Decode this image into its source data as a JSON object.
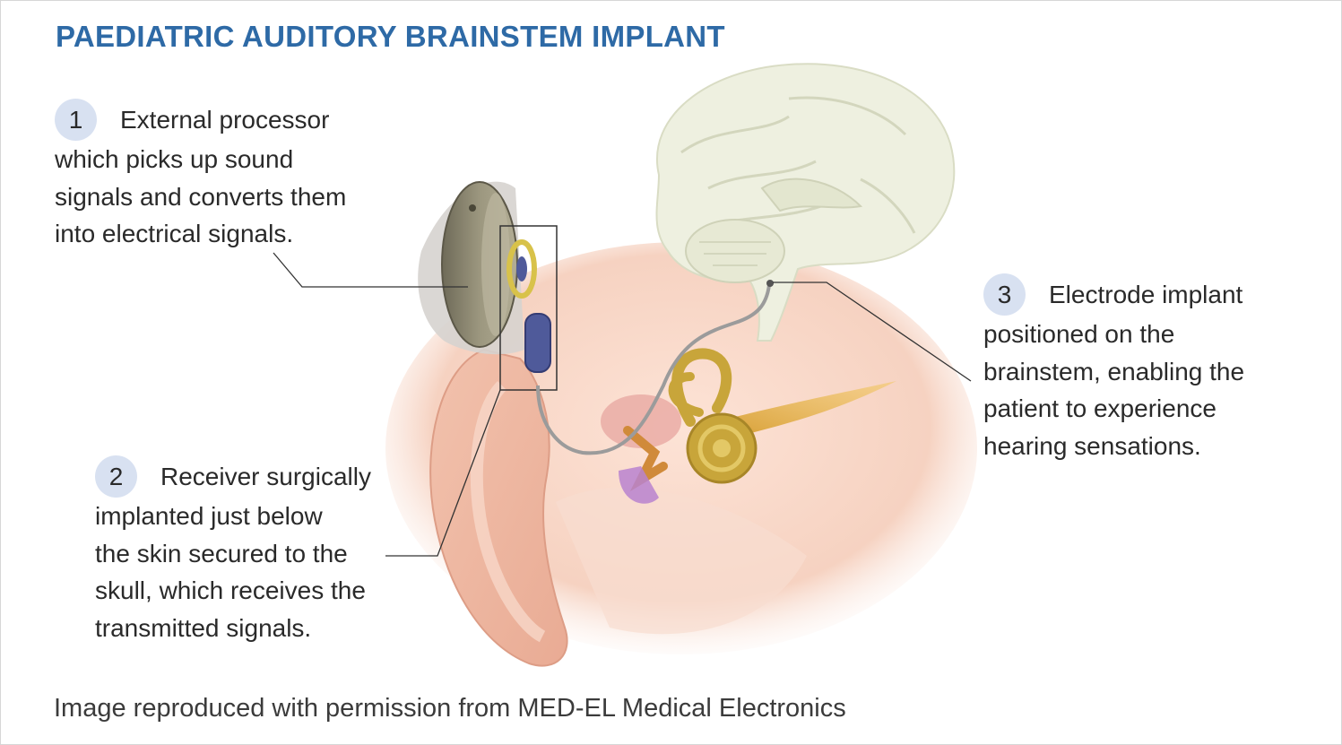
{
  "title": "PAEDIATRIC AUDITORY BRAINSTEM IMPLANT",
  "callouts": [
    {
      "number": "1",
      "lines": [
        "External processor",
        "which picks up sound",
        "signals and converts them",
        "into electrical signals."
      ]
    },
    {
      "number": "2",
      "lines": [
        "Receiver surgically",
        "implanted just below",
        "the skin secured to the",
        "skull, which receives the",
        "transmitted signals."
      ]
    },
    {
      "number": "3",
      "lines": [
        "Electrode implant",
        "positioned on the",
        "brainstem, enabling the",
        "patient to experience",
        "hearing sensations."
      ]
    }
  ],
  "credit": "Image reproduced with permission from MED-EL Medical Electronics",
  "colors": {
    "title": "#2e6aa6",
    "badge": "#d8e1f1",
    "brain": "#eef0e0",
    "ear_skin": "#f3cbbb",
    "cochlea": "#c8a53a",
    "nerve": "#e8b54a",
    "processor": "#8f8a74",
    "receiver_coil": "#d8c24a",
    "receiver_magnet": "#4f5a9a"
  }
}
